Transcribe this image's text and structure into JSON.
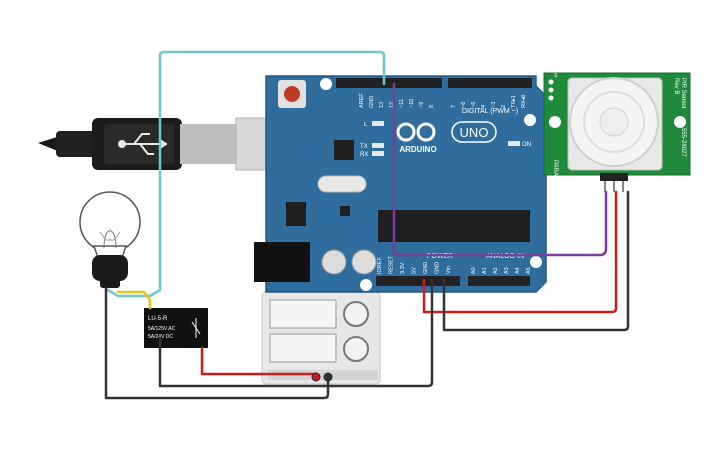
{
  "arduino": {
    "brand": "ARDUINO",
    "model": "UNO",
    "digital_label": "DIGITAL (PWM ~)",
    "analog_label": "ANALOG IN",
    "power_label": "POWER",
    "on_label": "ON",
    "l_label": "L",
    "tx_label": "TX",
    "rx_label": "RX",
    "top_pins": [
      "AREF",
      "GND",
      "13",
      "12",
      "~11",
      "~10",
      "~9",
      "8",
      "7",
      "~6",
      "~5",
      "4",
      "~3",
      "2",
      "TX▸1",
      "RX◂0"
    ],
    "power_pins": [
      "IOREF",
      "RESET",
      "3.3V",
      "5V",
      "GND",
      "GND",
      "Vin"
    ],
    "analog_pins": [
      "A0",
      "A1",
      "A2",
      "A3",
      "A4",
      "A5"
    ]
  },
  "pir": {
    "label_left": "PARALLAX",
    "label_right_1": "PIR Sensor",
    "label_right_2": "Rev B",
    "label_right_3": "555-28027",
    "pin_marks": [
      "S",
      "+",
      "-"
    ]
  },
  "relay": {
    "line1": "LU-5-R",
    "line2": "5A/125V AC",
    "line3": "5A/24V DC"
  },
  "colors": {
    "board": "#2f6d9e",
    "pir_board": "#1f8a3c",
    "wire_cyan": "#6fc7cd",
    "wire_purple": "#7a3d9c",
    "wire_red": "#d11b1b",
    "wire_black": "#333333",
    "wire_yellow": "#e6c619"
  },
  "icons": [
    "usb-icon",
    "arduino-logo-icon",
    "light-bulb-icon"
  ]
}
